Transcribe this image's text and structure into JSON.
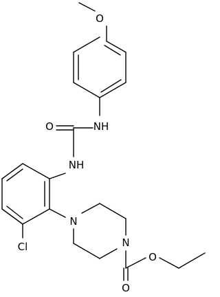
{
  "labels": {
    "methoxy_o": "O",
    "upper_nh": "NH",
    "urea_o": "O",
    "lower_nh": "NH",
    "pip_n_top": "N",
    "pip_n_bottom": "N",
    "cl": "Cl",
    "ester_o_carbonyl": "O",
    "ester_o": "O"
  },
  "colors": {
    "bond": "#000000",
    "text": "#000000",
    "background": "#ffffff"
  }
}
